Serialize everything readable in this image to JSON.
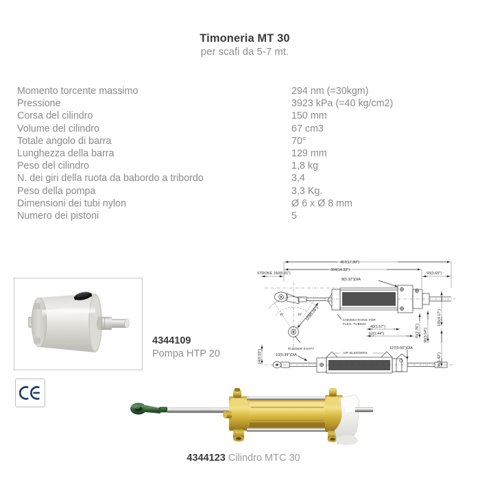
{
  "header": {
    "title": "Timoneria MT 30",
    "subtitle": "per scafi da 5-7 mt."
  },
  "specs": [
    {
      "label": "Momento torcente massimo",
      "value": "294 nm (=30kgm)"
    },
    {
      "label": "Pressione",
      "value": "3923 kPa (=40 kg/cm2)"
    },
    {
      "label": "Corsa del cilindro",
      "value": "150 mm"
    },
    {
      "label": "Volume del cilindro",
      "value": "67 cm3"
    },
    {
      "label": "Totale angolo di barra",
      "value": "70°"
    },
    {
      "label": "Lunghezza della barra",
      "value": "129 mm"
    },
    {
      "label": "Peso del cilindro",
      "value": "1,8 kg"
    },
    {
      "label": "N. dei giri della ruota da babordo a tribordo",
      "value": "3,4"
    },
    {
      "label": "Peso della pompa",
      "value": "3,3 Kg."
    },
    {
      "label": "Dimensioni dei tubi nylon",
      "value": "Ø 6 x Ø 8 mm"
    },
    {
      "label": "Numero dei pistoni",
      "value": "5"
    }
  ],
  "pump": {
    "code": "4344109",
    "name": "Pompa HTP 20",
    "photo_alt": "hydraulic-pump-photo"
  },
  "ce": {
    "label": "CE",
    "color": "#1b3a6b"
  },
  "cylinder": {
    "code": "4344123",
    "name": "Cilindro MTC 30",
    "photo_alt": "hydraulic-cylinder-photo"
  },
  "drawing": {
    "dimensions": {
      "overall_length": "457(17.99\")",
      "body_length": "364(14.33\")",
      "end_length": "93(3.65\")",
      "stroke": "STROKE 150(5.91\")",
      "port_dia": "8(0.32\")DIA",
      "tiller_length": "129(5.08\")",
      "offset_a": "40(1.57\")",
      "offset_b": "62(2.44\")",
      "height_a": "70(2.76\")",
      "height_b": "90(3.54\")",
      "height_c": "105(4.17\")",
      "height_d": "36(1.42\")",
      "height_e": "14(0.55\")",
      "shaft_dia": "10(0.39\")DIA",
      "pin_dia": "127(0.50\")DIA"
    },
    "callouts": {
      "connections": "CONNECTIONS FOR",
      "connections2": "FLEX. TUBING",
      "rudder_shaft": "RUDDER SHAFT",
      "air_bleeders": "AIR BLEEDERS"
    },
    "angles": {
      "left": "35°",
      "right": "35°"
    }
  }
}
